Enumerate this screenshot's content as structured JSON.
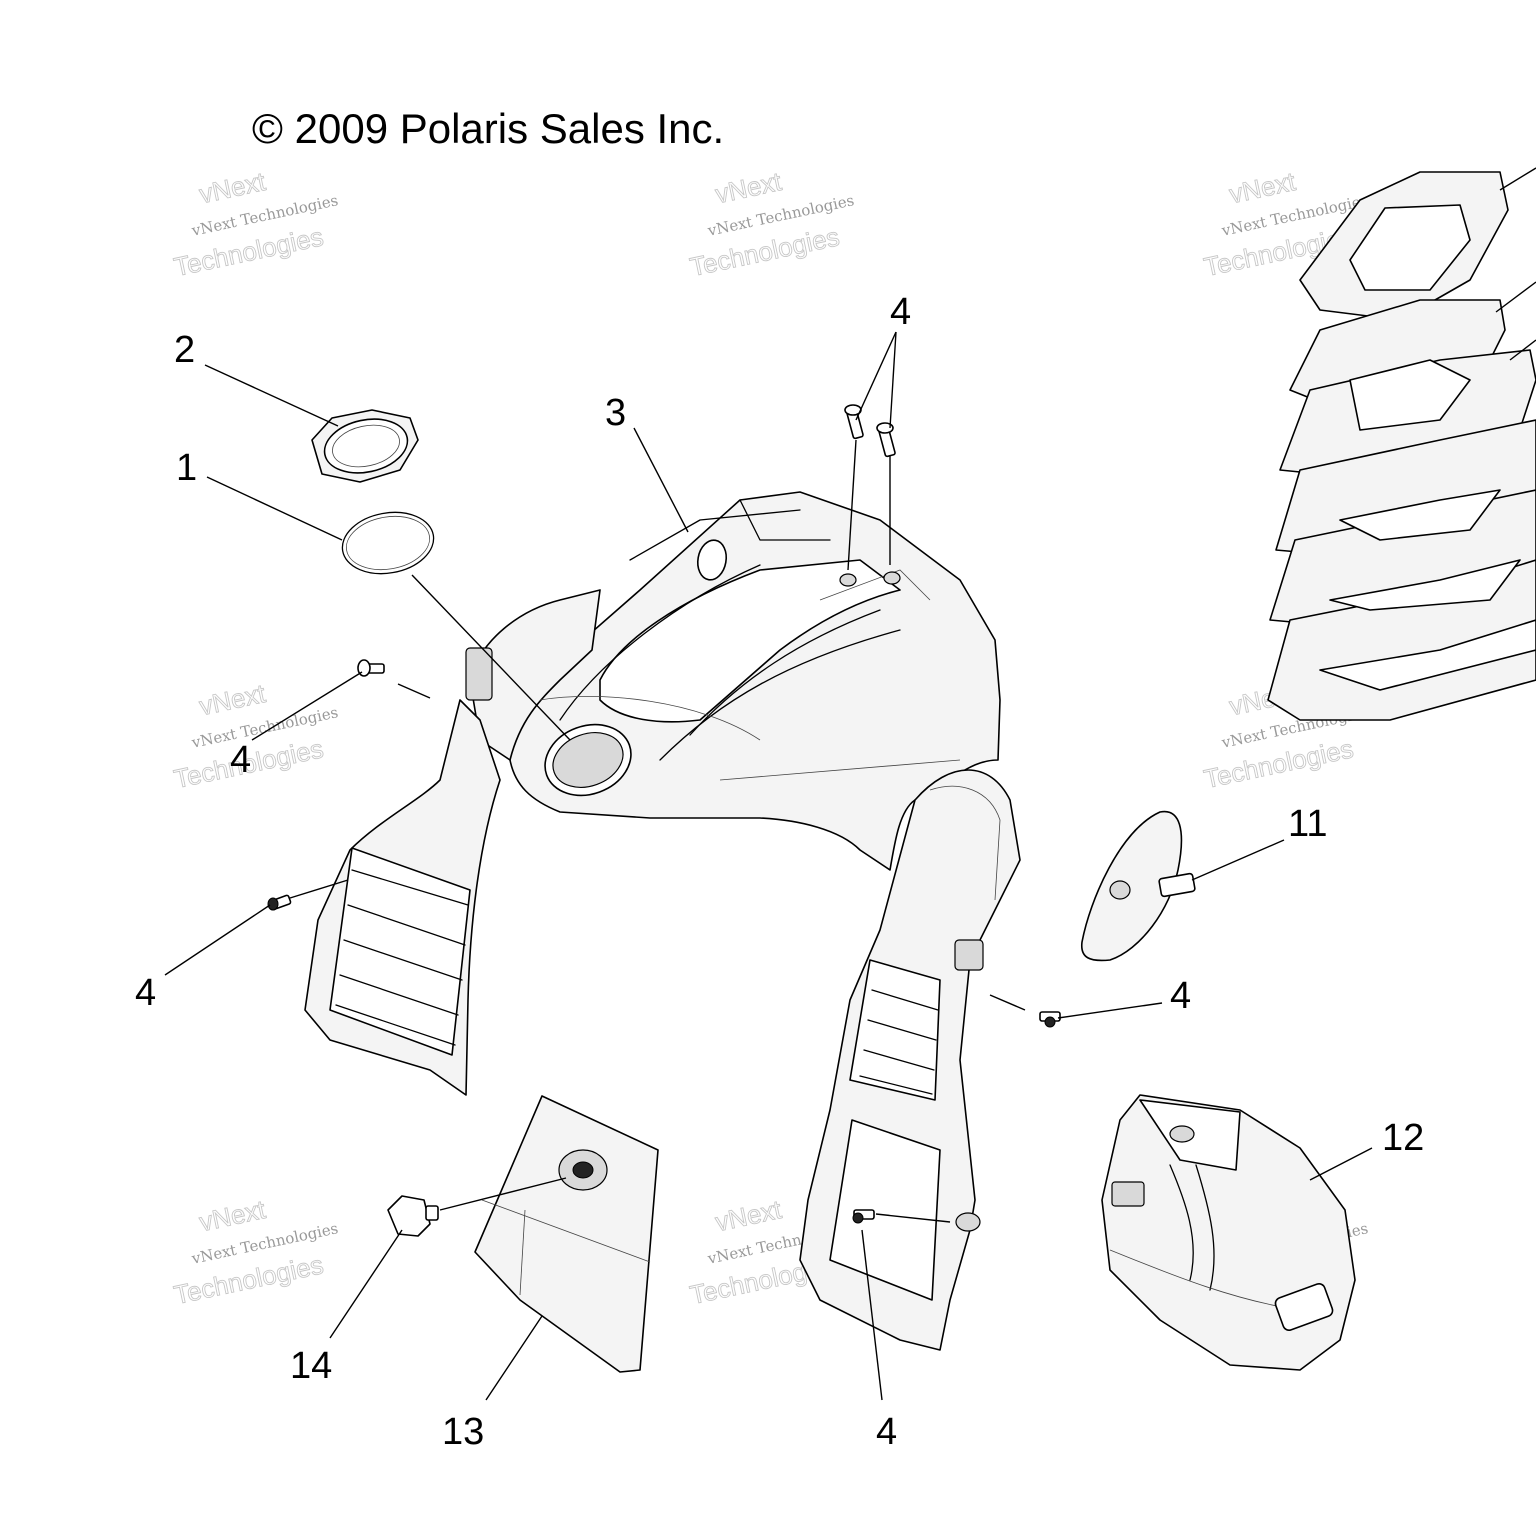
{
  "copyright": "© 2009 Polaris Sales Inc.",
  "watermark": {
    "line1": "vNext Technologies",
    "line2a": "vNext",
    "line2b": "Technologies"
  },
  "callouts": [
    {
      "id": "c1",
      "text": "1"
    },
    {
      "id": "c2",
      "text": "2"
    },
    {
      "id": "c3",
      "text": "3"
    },
    {
      "id": "c4a",
      "text": "4"
    },
    {
      "id": "c4b",
      "text": "4"
    },
    {
      "id": "c4c",
      "text": "4"
    },
    {
      "id": "c4d",
      "text": "4"
    },
    {
      "id": "c4e",
      "text": "4"
    },
    {
      "id": "c11",
      "text": "11"
    },
    {
      "id": "c12",
      "text": "12"
    },
    {
      "id": "c13",
      "text": "13"
    },
    {
      "id": "c14",
      "text": "14"
    }
  ]
}
